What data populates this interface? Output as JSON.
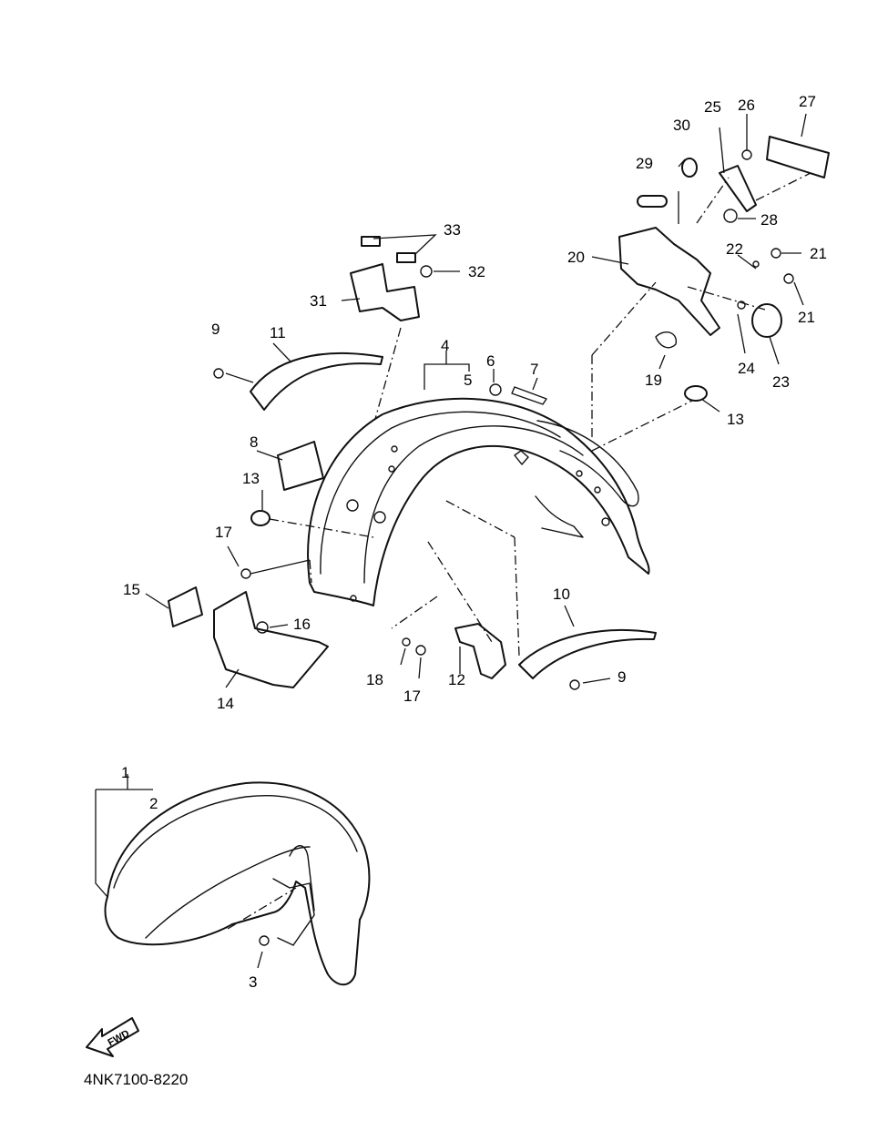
{
  "diagram_code": "4NK7100-8220",
  "fwd_label": "FWD",
  "callouts": {
    "c1": "1",
    "c2": "2",
    "c3": "3",
    "c4": "4",
    "c5": "5",
    "c6": "6",
    "c7": "7",
    "c8": "8",
    "c9a": "9",
    "c9b": "9",
    "c10": "10",
    "c11": "11",
    "c12": "12",
    "c13a": "13",
    "c13b": "13",
    "c14": "14",
    "c15": "15",
    "c16": "16",
    "c17a": "17",
    "c17b": "17",
    "c18": "18",
    "c19": "19",
    "c20": "20",
    "c21a": "21",
    "c21b": "21",
    "c22": "22",
    "c23": "23",
    "c24": "24",
    "c25": "25",
    "c26": "26",
    "c27": "27",
    "c28": "28",
    "c29": "29",
    "c30": "30",
    "c31": "31",
    "c32": "32",
    "c33": "33"
  }
}
